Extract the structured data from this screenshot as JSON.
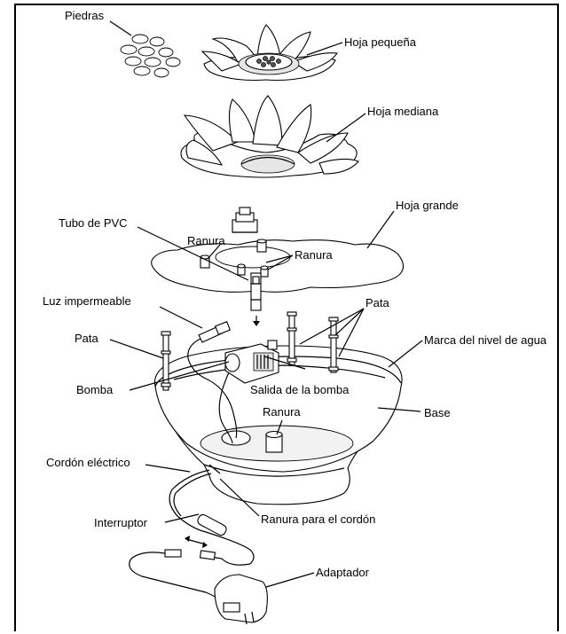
{
  "labels": {
    "piedras": "Piedras",
    "hoja_pequena": "Hoja pequeña",
    "hoja_mediana": "Hoja mediana",
    "hoja_grande": "Hoja grande",
    "tubo_pvc": "Tubo de PVC",
    "ranura_1": "Ranura",
    "ranura_2": "Ranura",
    "luz_impermeable": "Luz impermeable",
    "pata_left": "Pata",
    "pata_right": "Pata",
    "marca_nivel": "Marca del nivel de agua",
    "bomba": "Bomba",
    "salida_bomba": "Salida de la bomba",
    "ranura_3": "Ranura",
    "base": "Base",
    "cordon_electrico": "Cordón eléctrico",
    "interruptor": "Interruptor",
    "ranura_cordon": "Ranura para el cordón",
    "adaptador": "Adaptador"
  }
}
